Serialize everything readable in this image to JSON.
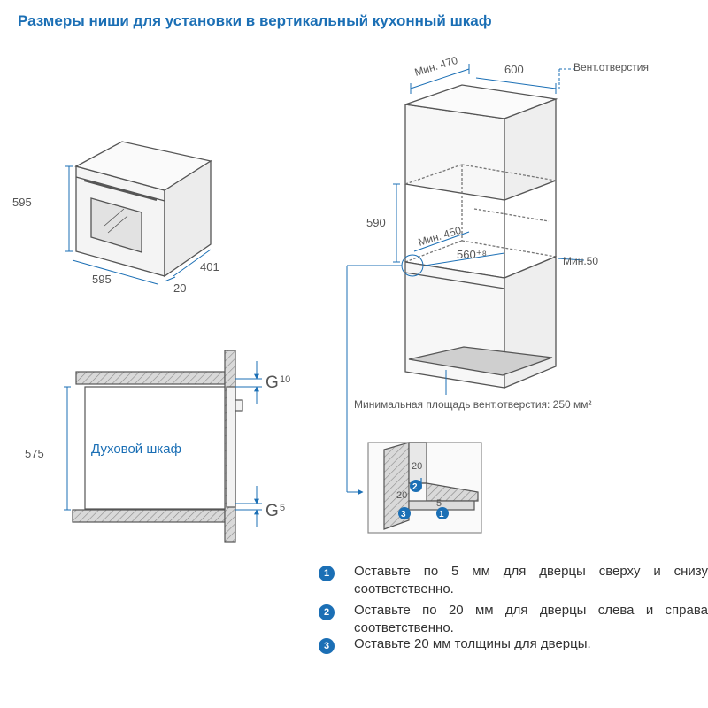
{
  "title": "Размеры ниши для установки в вертикальный кухонный шкаф",
  "oven_view": {
    "height": "595",
    "width": "595",
    "depth": "401",
    "front": "20"
  },
  "section_view": {
    "oven_label": "Духовой шкаф",
    "height": "575",
    "gap_top_letter": "G",
    "gap_top_value": "10",
    "gap_bottom_letter": "G",
    "gap_bottom_value": "5"
  },
  "cabinet_view": {
    "min_depth": "Мин. 470",
    "width": "600",
    "vent_label": "Вент.отверстия",
    "niche_height": "590",
    "niche_depth": "Мин. 450",
    "niche_width": "560⁺⁸",
    "min_gap": "Мин.50",
    "vent_area_note": "Минимальная площадь вент.отверстия: 250 мм²"
  },
  "detail_view": {
    "dim_top": "20",
    "dim_side": "20",
    "dim_bottom": "5",
    "markers": [
      "1",
      "2",
      "3"
    ]
  },
  "notes": [
    {
      "num": "1",
      "text": "Оставьте по 5 мм для дверцы сверху и снизу соответственно."
    },
    {
      "num": "2",
      "text": "Оставьте по 20 мм для дверцы слева и справа соответственно."
    },
    {
      "num": "3",
      "text": "Оставьте 20 мм толщины для дверцы."
    }
  ],
  "colors": {
    "accent": "#1b6fb5",
    "line": "#555555",
    "hatch": "#888888",
    "dim": "#444444"
  }
}
